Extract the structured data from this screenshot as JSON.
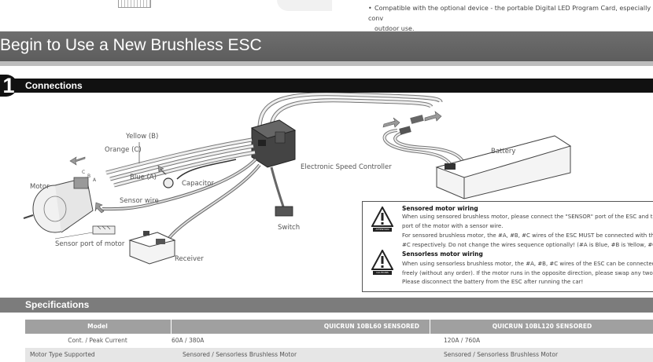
{
  "top_note": {
    "bullet": "•",
    "text": "Compatible with the optional device - the portable Digital LED Program Card, especially conv",
    "text_cont": "outdoor use."
  },
  "banner": {
    "title": "Begin to Use a New Brushless ESC"
  },
  "connections": {
    "number": "1",
    "title": "Connections"
  },
  "diagram": {
    "labels": {
      "yellow": "Yellow (B)",
      "orange": "Orange (C)",
      "blue": "Blue (A)",
      "motor": "Motor",
      "capacitor": "Capacitor",
      "sensor_wire": "Sensor wire",
      "sensor_port": "Sensor port of motor",
      "esc": "Electronic Speed Controller",
      "switch": "Switch",
      "receiver": "Receiver",
      "battery": "Battery",
      "pin_c": "C",
      "pin_b": "B",
      "pin_a": "A"
    }
  },
  "notices": {
    "attention": {
      "tag": "ATTENTION",
      "title": "Sensored motor wiring",
      "lines": [
        "When using sensored brushless motor, please connect the \"SENSOR\" port of the ESC and the th",
        "port of the motor with a sensor wire.",
        "For sensored brushless motor, the #A, #B, #C wires of the ESC MUST be connected with the mo",
        "#C respectively. Do not change the wires sequence optionally! (#A is Blue, #B is Yellow, #C is Or"
      ]
    },
    "caution": {
      "tag": "CAUTIONS",
      "title": "Sensorless motor wiring",
      "lines": [
        "When using sensorless brushless motor, the #A, #B, #C wires of the ESC can be connected with",
        "freely (without any order). If the motor runs in the opposite direction, please swap any two wire",
        "Please disconnect the battery from the ESC after running the car!"
      ]
    }
  },
  "specs": {
    "title": "Specifications",
    "headers": [
      "Model",
      "QUICRUN 10BL60 SENSORED",
      "QUICRUN 10BL120 SENSORED"
    ],
    "rows": [
      [
        "Cont. / Peak Current",
        "60A / 380A",
        "120A / 760A"
      ],
      [
        "Motor Type Supported",
        "Sensored / Sensorless Brushless Motor",
        "Sensored / Sensorless Brushless Motor"
      ]
    ]
  },
  "colors": {
    "banner": "#666666",
    "connections_bar": "#111111",
    "specs_bar": "#7c7c7c",
    "table_header": "#a0a0a0",
    "row_alt": "#e6e6e6"
  }
}
